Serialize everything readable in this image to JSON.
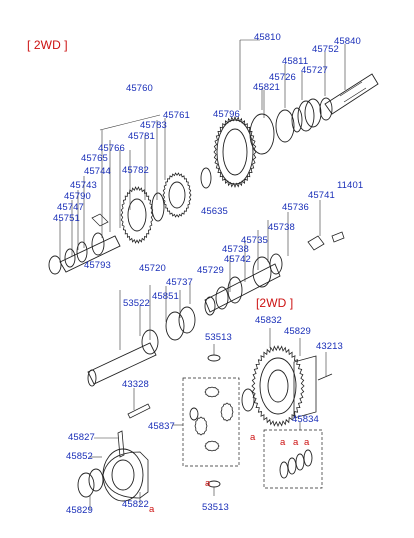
{
  "colors": {
    "part_number": "#1a2fb8",
    "marker": "#cc1111",
    "drawing": "#222222",
    "leader": "#333333"
  },
  "variant_labels": [
    "[ 2WD ]",
    "[2WD ]"
  ],
  "part_numbers": [
    "45810",
    "45840",
    "45752",
    "45811",
    "45727",
    "45726",
    "45821",
    "45760",
    "45761",
    "45796",
    "45783",
    "45781",
    "45766",
    "45782",
    "45765",
    "45744",
    "45743",
    "45790",
    "45747",
    "45751",
    "45635",
    "45741",
    "11401",
    "45736",
    "45738",
    "45735",
    "45742",
    "45738",
    "45793",
    "45720",
    "45737",
    "45729",
    "45851",
    "53522",
    "45832",
    "45829",
    "43213",
    "53513",
    "43328",
    "45837",
    "45834",
    "45827",
    "45852",
    "45829",
    "45822",
    "53513"
  ],
  "markers": [
    "a",
    "a",
    "a",
    "a",
    "a",
    "a"
  ]
}
